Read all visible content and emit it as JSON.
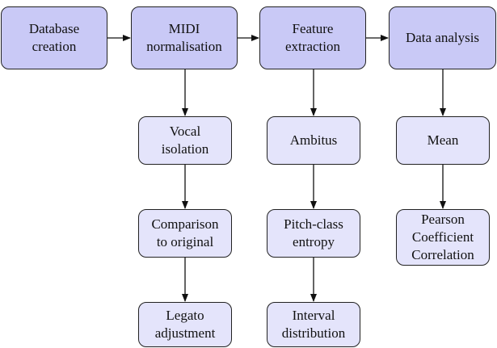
{
  "pipeline": [
    {
      "id": "database",
      "label": "Database\ncreation",
      "children": []
    },
    {
      "id": "midi",
      "label": "MIDI\nnormalisation",
      "children": [
        {
          "id": "vocal",
          "label": "Vocal\nisolation"
        },
        {
          "id": "comparison",
          "label": "Comparison\nto original"
        },
        {
          "id": "legato",
          "label": "Legato\nadjustment"
        }
      ]
    },
    {
      "id": "feature",
      "label": "Feature\nextraction",
      "children": [
        {
          "id": "ambitus",
          "label": "Ambitus"
        },
        {
          "id": "pitchclass",
          "label": "Pitch-class\nentropy"
        },
        {
          "id": "interval",
          "label": "Interval\ndistribution"
        }
      ]
    },
    {
      "id": "analysis",
      "label": "Data analysis",
      "children": [
        {
          "id": "mean",
          "label": "Mean"
        },
        {
          "id": "pearson",
          "label": "Pearson\nCoefficient\nCorrelation"
        }
      ]
    }
  ],
  "colors": {
    "main_fill": "#c9c9f6",
    "sub_fill": "#e4e4fb",
    "stroke": "#222222"
  }
}
